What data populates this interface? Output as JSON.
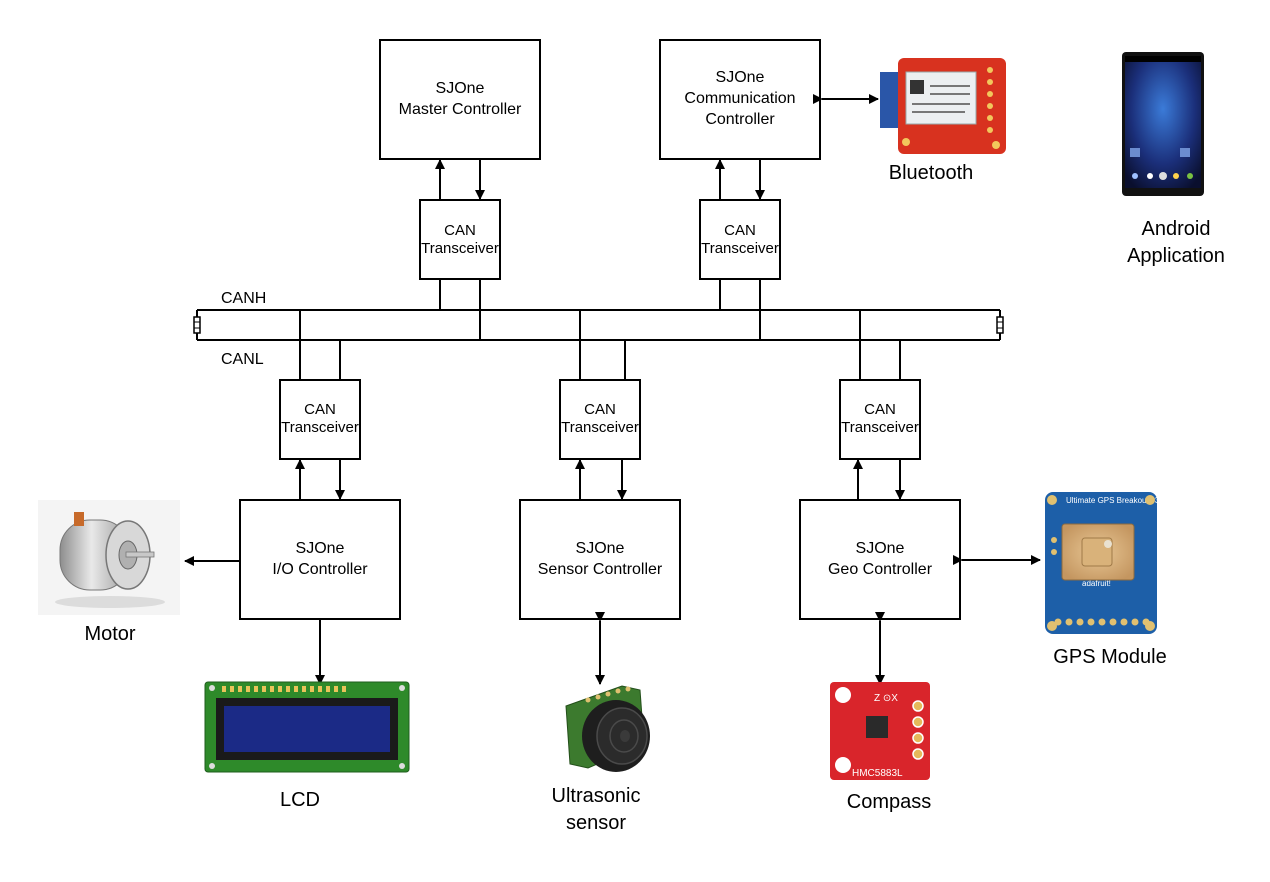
{
  "controllers": {
    "master": {
      "line1": "SJOne",
      "line2": "Master Controller"
    },
    "communication": {
      "line1": "SJOne",
      "line2": "Communication",
      "line3": "Controller"
    },
    "io": {
      "line1": "SJOne",
      "line2": "I/O Controller"
    },
    "sensor": {
      "line1": "SJOne",
      "line2": "Sensor Controller"
    },
    "geo": {
      "line1": "SJOne",
      "line2": "Geo Controller"
    }
  },
  "transceiver": {
    "line1": "CAN",
    "line2": "Transceiver"
  },
  "bus": {
    "high": "CANH",
    "low": "CANL"
  },
  "peripherals": {
    "bluetooth": "Bluetooth",
    "android_line1": "Android",
    "android_line2": "Application",
    "motor": "Motor",
    "lcd": "LCD",
    "ultrasonic_line1": "Ultrasonic",
    "ultrasonic_line2": "sensor",
    "compass": "Compass",
    "gps": "GPS Module"
  },
  "device_markings": {
    "compass_chip": "HMC5883L",
    "gps_board": "Ultimate GPS Breakout v3",
    "gps_brand": "adafruit!"
  },
  "colors": {
    "bluetooth_board": "#d8321f",
    "compass_board": "#d9252b",
    "gps_board": "#1d5fa8",
    "lcd_board": "#2e8a2a",
    "lcd_screen": "#1b2a86"
  }
}
